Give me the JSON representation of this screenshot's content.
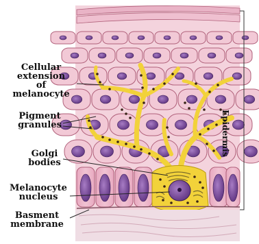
{
  "labels": {
    "cellular_extension": [
      "Cellular",
      "extension",
      "of",
      "melanocyte"
    ],
    "pigment_granules": [
      "Pigment",
      "granules"
    ],
    "golgi_bodies": [
      "Golgi",
      "bodies"
    ],
    "melanocyte_nucleus": [
      "Melanocyte",
      "nucleus"
    ],
    "basement_membrane": [
      "Basment",
      "membrane"
    ],
    "epidermis": "Epidermis"
  },
  "colors": {
    "cell_fill": "#f2c9d6",
    "cell_outline": "#b0607a",
    "nucleus": "#7b4a9c",
    "melanocyte": "#f2d23a",
    "granule": "#3a2418",
    "dermis": "#e9d6de"
  }
}
